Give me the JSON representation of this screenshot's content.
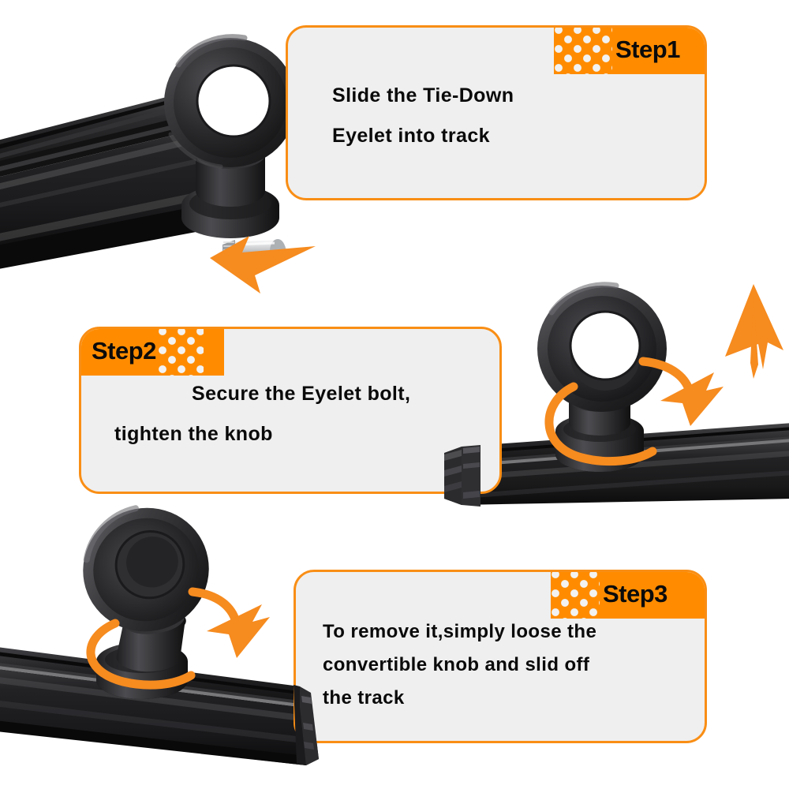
{
  "document": {
    "title": "Tie-Down Eyelet Track Installation Steps",
    "background_color": "#FFFFFF",
    "accent_color": "#FF8C00",
    "card_background_color": "#EFEFEF",
    "card_border_color": "#F98E15",
    "text_color": "#0A0A0A",
    "dot_color": "#F2F2F2"
  },
  "steps": [
    {
      "badge": "Step1",
      "badge_position": "top-right",
      "lines": [
        "Slide the Tie-Down",
        "Eyelet into track"
      ],
      "illustration": {
        "name": "step1-illustration",
        "parts": [
          "tie-down-eyelet",
          "track-rail",
          "t-bolt"
        ],
        "arrows": [
          {
            "name": "slide-direction-arrow",
            "kind": "straight",
            "direction": "left",
            "color": "#F68B1F"
          }
        ]
      }
    },
    {
      "badge": "Step2",
      "badge_position": "top-left",
      "lines": [
        "Secure the Eyelet bolt,",
        "tighten the knob"
      ],
      "illustration": {
        "name": "step2-illustration",
        "parts": [
          "tie-down-eyelet",
          "track-rail"
        ],
        "arrows": [
          {
            "name": "rotate-knob-arrow",
            "kind": "curved",
            "direction": "clockwise",
            "color": "#F68B1F"
          },
          {
            "name": "lift-up-arrow",
            "kind": "straight",
            "direction": "up",
            "color": "#F68B1F"
          }
        ]
      }
    },
    {
      "badge": "Step3",
      "badge_position": "top-right",
      "lines": [
        "To remove it,simply loose the",
        "convertible knob and slid off",
        "the track"
      ],
      "illustration": {
        "name": "step3-illustration",
        "parts": [
          "tie-down-eyelet",
          "track-rail"
        ],
        "arrows": [
          {
            "name": "rotate-knob-arrow",
            "kind": "curved",
            "direction": "clockwise",
            "color": "#F68B1F"
          }
        ]
      }
    }
  ]
}
